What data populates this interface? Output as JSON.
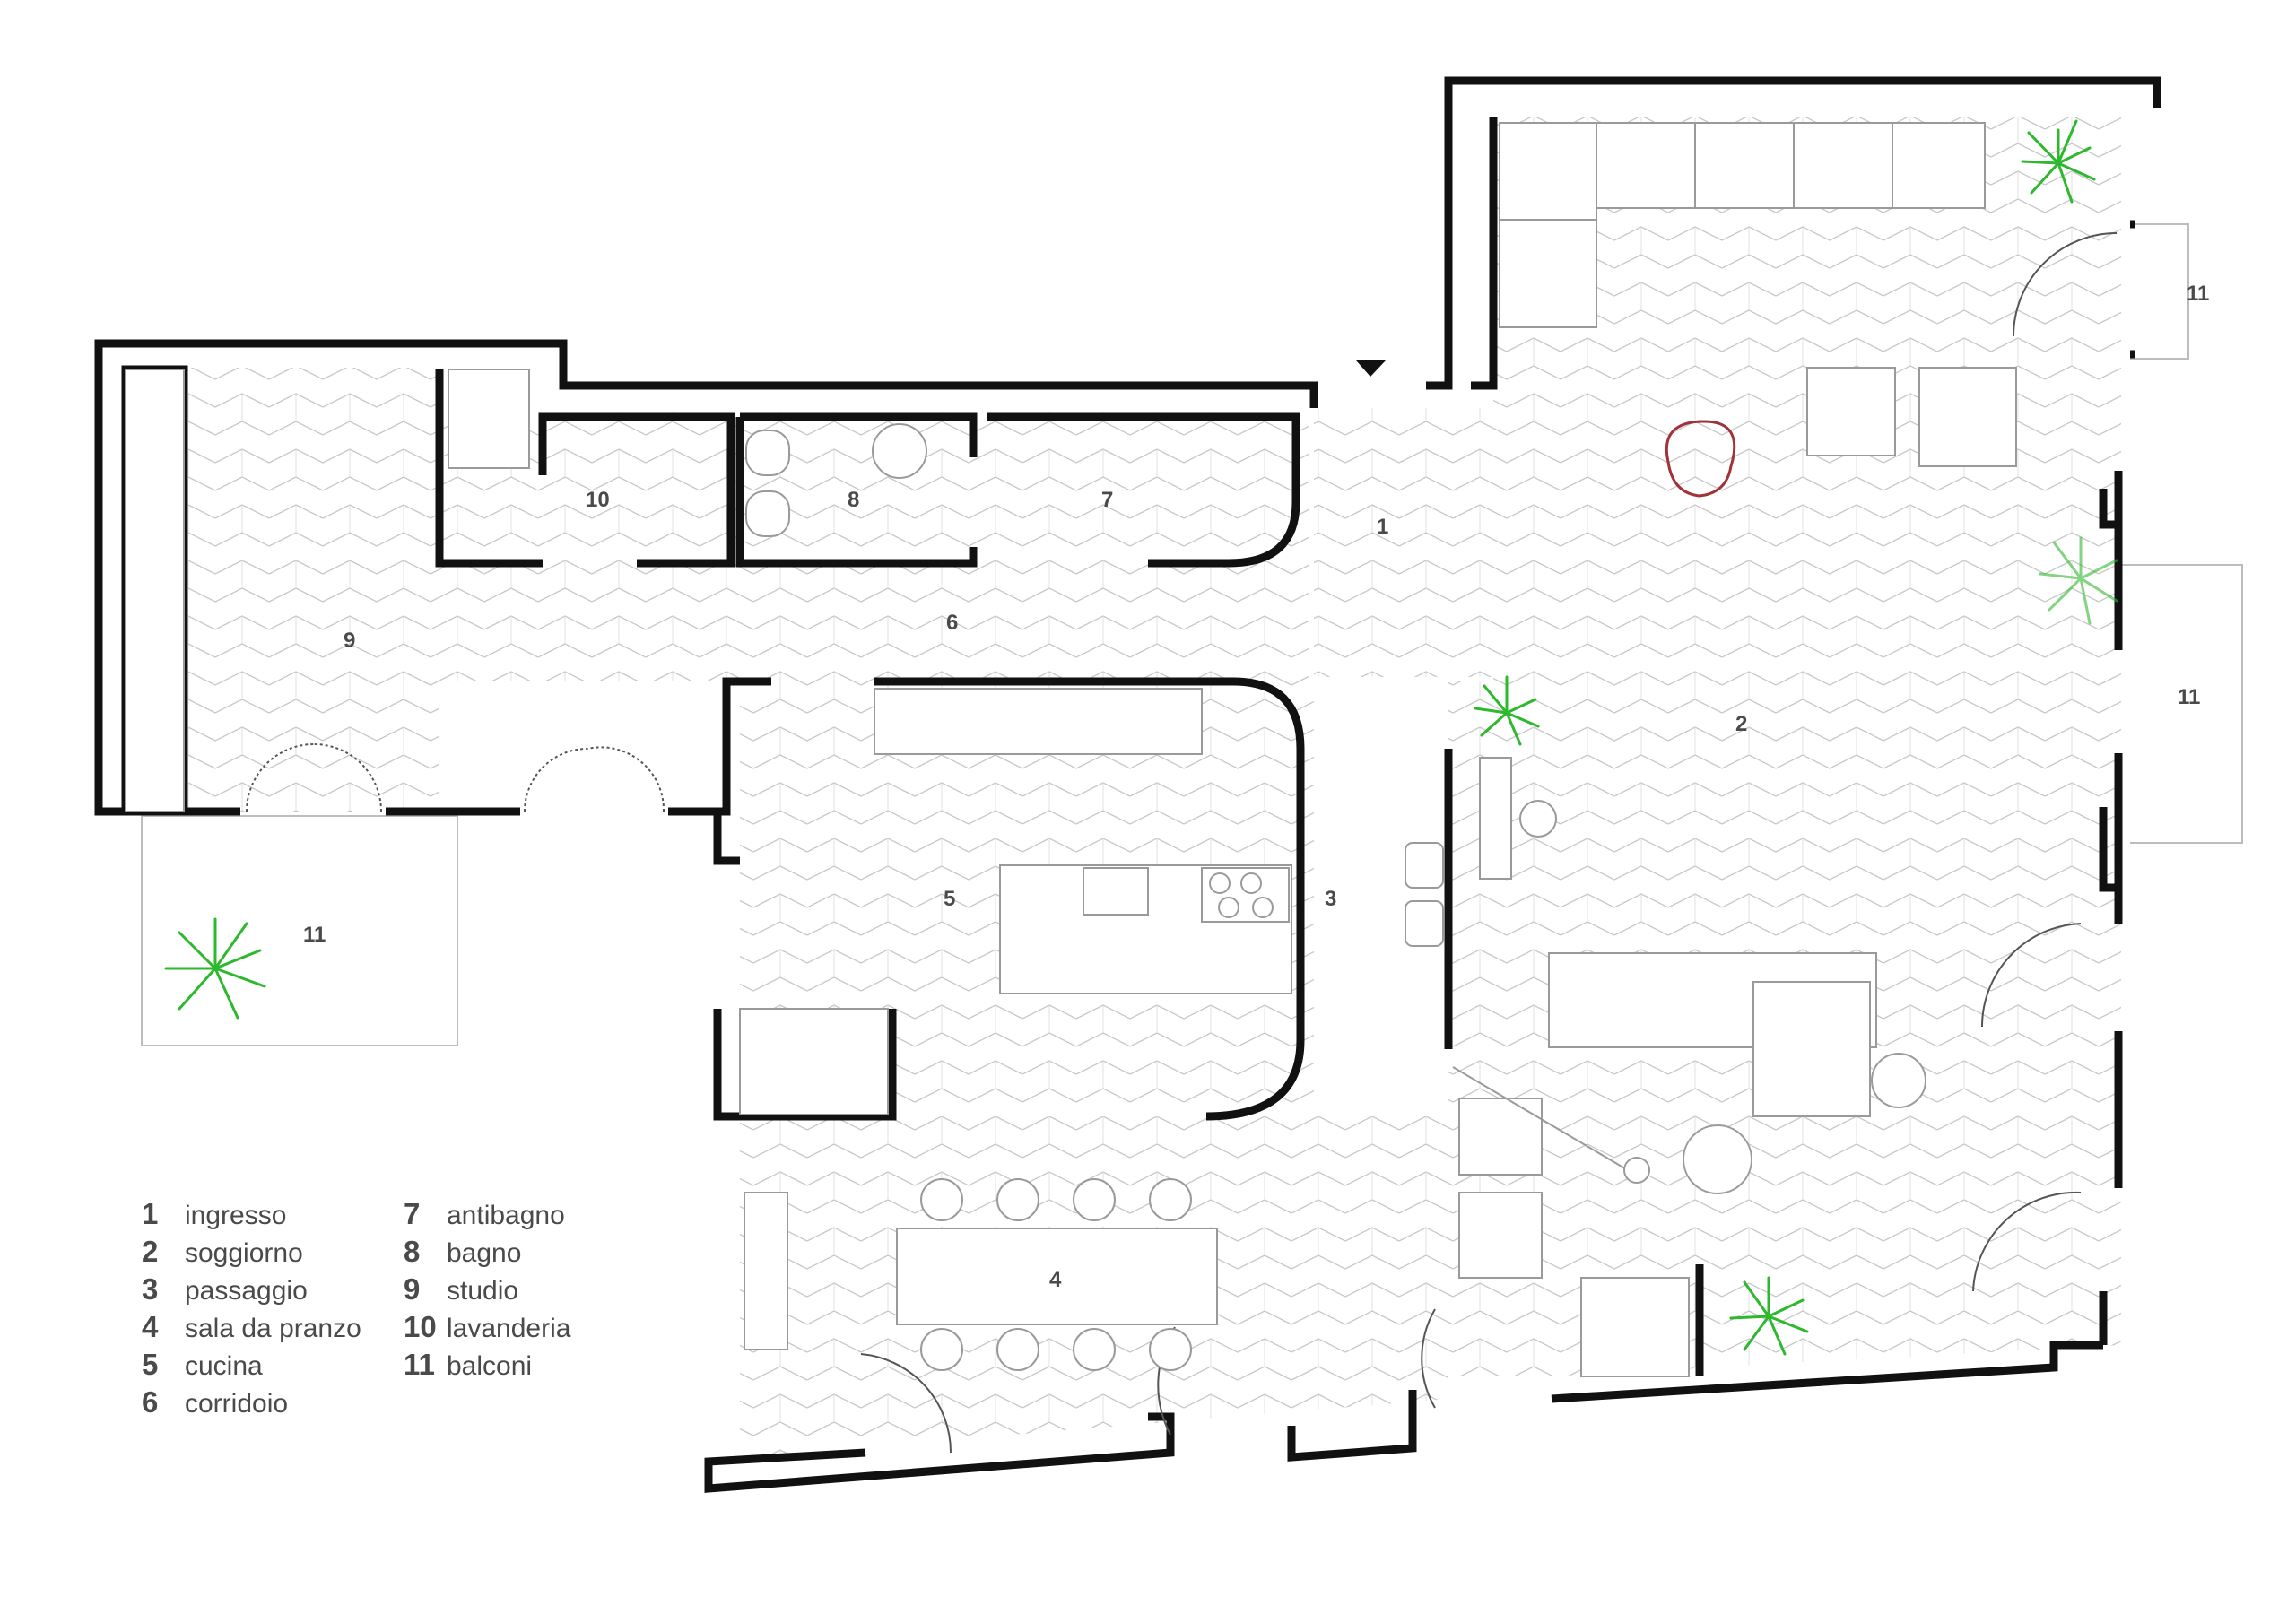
{
  "plan": {
    "rooms": [
      {
        "id": "1",
        "label": "1"
      },
      {
        "id": "2",
        "label": "2"
      },
      {
        "id": "3",
        "label": "3"
      },
      {
        "id": "4",
        "label": "4"
      },
      {
        "id": "5",
        "label": "5"
      },
      {
        "id": "6",
        "label": "6"
      },
      {
        "id": "7",
        "label": "7"
      },
      {
        "id": "8",
        "label": "8"
      },
      {
        "id": "9",
        "label": "9"
      },
      {
        "id": "10",
        "label": "10"
      },
      {
        "id": "11a",
        "label": "11"
      },
      {
        "id": "11b",
        "label": "11"
      },
      {
        "id": "11c",
        "label": "11"
      }
    ],
    "colors": {
      "wall": "#111111",
      "floor_pattern": "#c8c8c8",
      "furniture": "#9a9a9a",
      "plant": "#2eb82e",
      "chair_accent": "#a0333a",
      "text": "#4a4a4a"
    }
  },
  "legend": {
    "items": [
      {
        "num": "1",
        "label": "ingresso"
      },
      {
        "num": "2",
        "label": "soggiorno"
      },
      {
        "num": "3",
        "label": "passaggio"
      },
      {
        "num": "4",
        "label": "sala da pranzo"
      },
      {
        "num": "5",
        "label": "cucina"
      },
      {
        "num": "6",
        "label": "corridoio"
      },
      {
        "num": "7",
        "label": "antibagno"
      },
      {
        "num": "8",
        "label": "bagno"
      },
      {
        "num": "9",
        "label": "studio"
      },
      {
        "num": "10",
        "label": "lavanderia"
      },
      {
        "num": "11",
        "label": "balconi"
      }
    ]
  }
}
